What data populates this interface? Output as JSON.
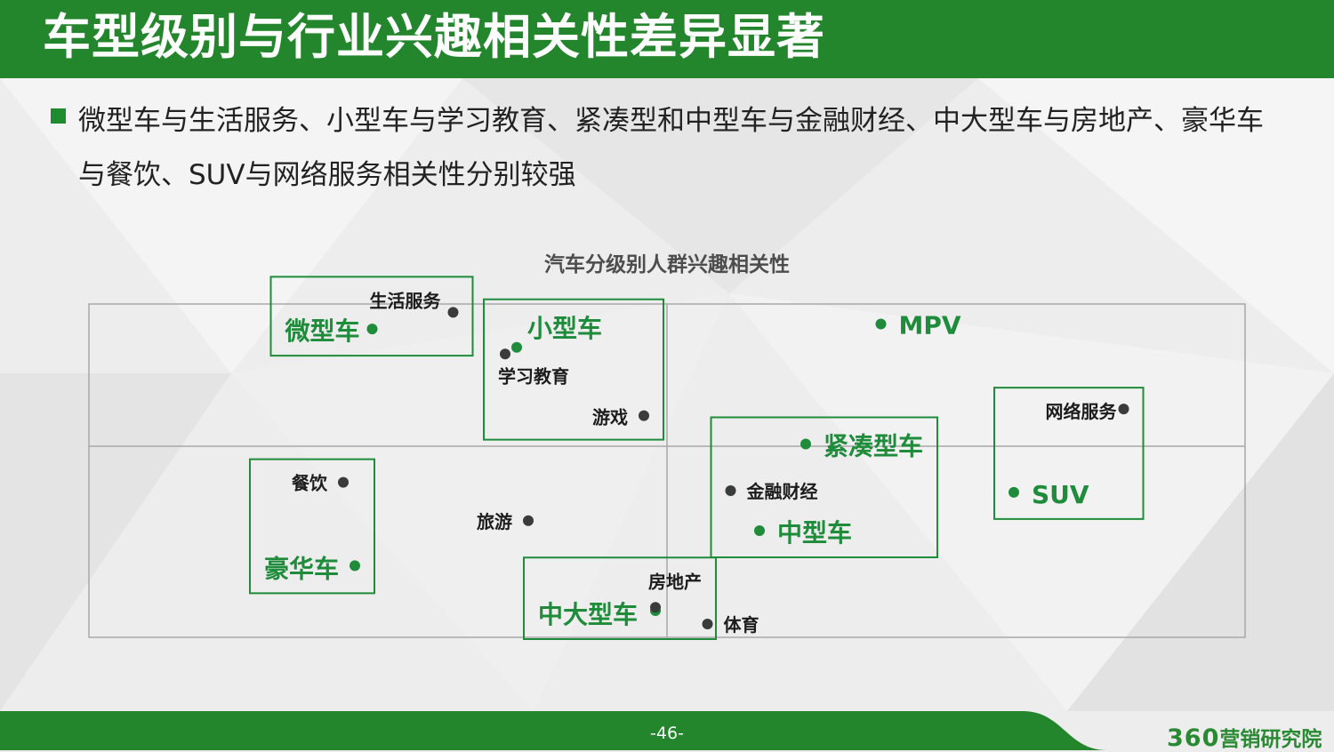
{
  "header": {
    "title": "车型级别与行业兴趣相关性差异显著"
  },
  "summary": {
    "text": "微型车与生活服务、小型车与学习教育、紧凑型和中型车与金融财经、中大型车与房地产、豪华车与餐饮、SUV与网络服务相关性分别较强"
  },
  "chart_data": {
    "type": "scatter",
    "title": "汽车分级别人群兴趣相关性",
    "xlabel": "",
    "ylabel": "",
    "xlim": [
      -1,
      1
    ],
    "ylim": [
      -1,
      1
    ],
    "grid": "quadrant lines at x=0 and y=0",
    "series": [
      {
        "name": "",
        "kind": "car-class",
        "color": "#1e8c3a",
        "points": [
          {
            "label": "微型车",
            "x": -0.51,
            "y": 0.85
          },
          {
            "label": "小型车",
            "x": -0.26,
            "y": 0.74
          },
          {
            "label": "MPV",
            "x": 0.37,
            "y": 0.88
          },
          {
            "label": "紧凑型车",
            "x": 0.24,
            "y": 0.16
          },
          {
            "label": "SUV",
            "x": 0.6,
            "y": -0.13
          },
          {
            "label": "中型车",
            "x": 0.16,
            "y": -0.36
          },
          {
            "label": "豪华车",
            "x": -0.54,
            "y": -0.57
          },
          {
            "label": "中大型车",
            "x": -0.02,
            "y": -0.84
          }
        ]
      },
      {
        "name": "",
        "kind": "interest",
        "color": "#3b3b3b",
        "points": [
          {
            "label": "生活服务",
            "x": -0.37,
            "y": 0.95
          },
          {
            "label": "学习教育",
            "x": -0.28,
            "y": 0.7
          },
          {
            "label": "游戏",
            "x": -0.04,
            "y": 0.33
          },
          {
            "label": "网络服务",
            "x": 0.79,
            "y": 0.37
          },
          {
            "label": "金融财经",
            "x": 0.11,
            "y": -0.12
          },
          {
            "label": "餐饮",
            "x": -0.56,
            "y": -0.07
          },
          {
            "label": "旅游",
            "x": -0.24,
            "y": -0.3
          },
          {
            "label": "房地产",
            "x": -0.02,
            "y": -0.82
          },
          {
            "label": "体育",
            "x": 0.07,
            "y": -0.92
          }
        ]
      }
    ],
    "groups": [
      {
        "members": [
          "微型车",
          "生活服务"
        ]
      },
      {
        "members": [
          "小型车",
          "学习教育",
          "游戏"
        ]
      },
      {
        "members": [
          "紧凑型车",
          "中型车",
          "金融财经"
        ]
      },
      {
        "members": [
          "SUV",
          "网络服务"
        ]
      },
      {
        "members": [
          "豪华车",
          "餐饮"
        ]
      },
      {
        "members": [
          "中大型车",
          "房地产"
        ]
      }
    ]
  },
  "footer": {
    "page_number": "-46-",
    "brand_number": "360",
    "brand_name": "营销研究院"
  },
  "colors": {
    "brand_green": "#24862c",
    "accent_green": "#1e8c3a",
    "interest_gray": "#3b3b3b"
  }
}
